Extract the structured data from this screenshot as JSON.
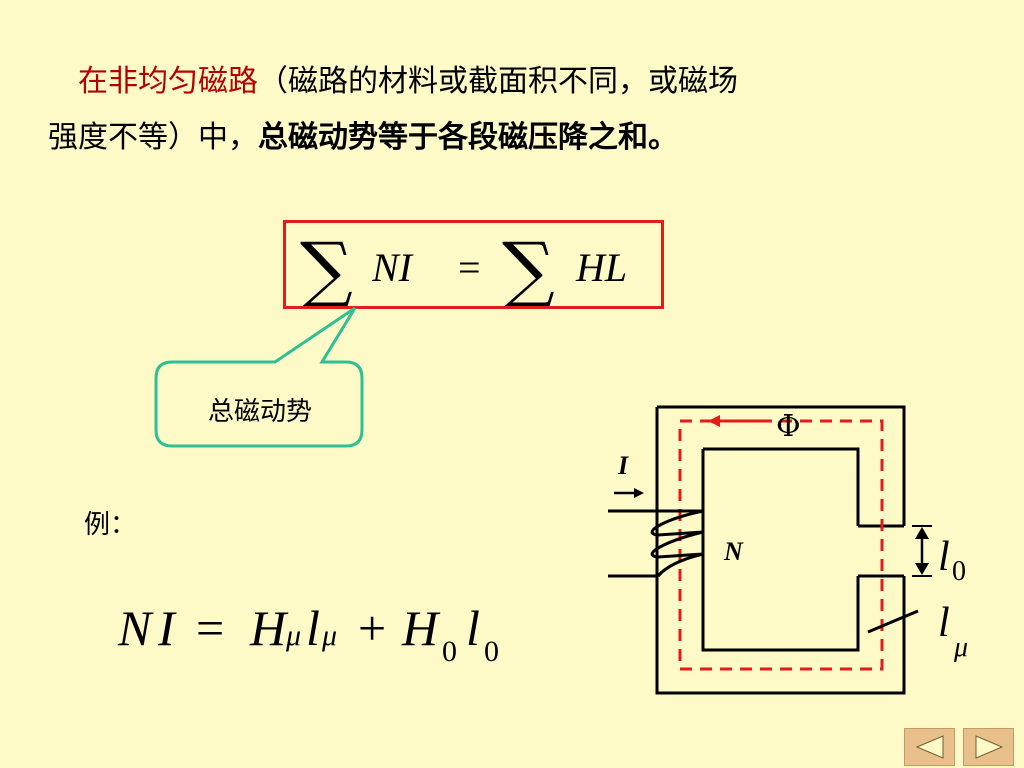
{
  "intro": {
    "highlight": "在非均匀磁路",
    "paren_text": "（磁路的材料或截面积不同，或磁场",
    "line2_normal": "强度不等）中，",
    "line2_bold": "总磁动势等于各段磁压降之和。"
  },
  "formula": {
    "sum_symbol": "∑",
    "lhs": "NI",
    "equals": "=",
    "rhs": "HL"
  },
  "callout": {
    "label": "总磁动势"
  },
  "example": {
    "label": "例：",
    "equation": {
      "N": "N",
      "I": "I",
      "eq": "=",
      "H_mu": "H",
      "mu1": "μ",
      "l_mu": "l",
      "mu2": "μ",
      "plus": "+",
      "H0": "H",
      "zero1": "0",
      "l0": "l",
      "zero2": "0"
    }
  },
  "diagram": {
    "flux_symbol": "Φ",
    "current_label": "I",
    "turns_label": "N",
    "gap_label_base": "l",
    "gap_label_sub": "0",
    "path_label_base": "l",
    "path_label_sub": "μ"
  },
  "nav": {
    "prev_icon": "triangle-left-icon",
    "next_icon": "triangle-right-icon"
  },
  "colors": {
    "background": "#fdfac8",
    "highlight_text": "#b40000",
    "formula_border": "#e21b1b",
    "callout_border": "#2fbf95",
    "flux_path": "#e21b1b",
    "nav_button": "#e7c08b"
  }
}
